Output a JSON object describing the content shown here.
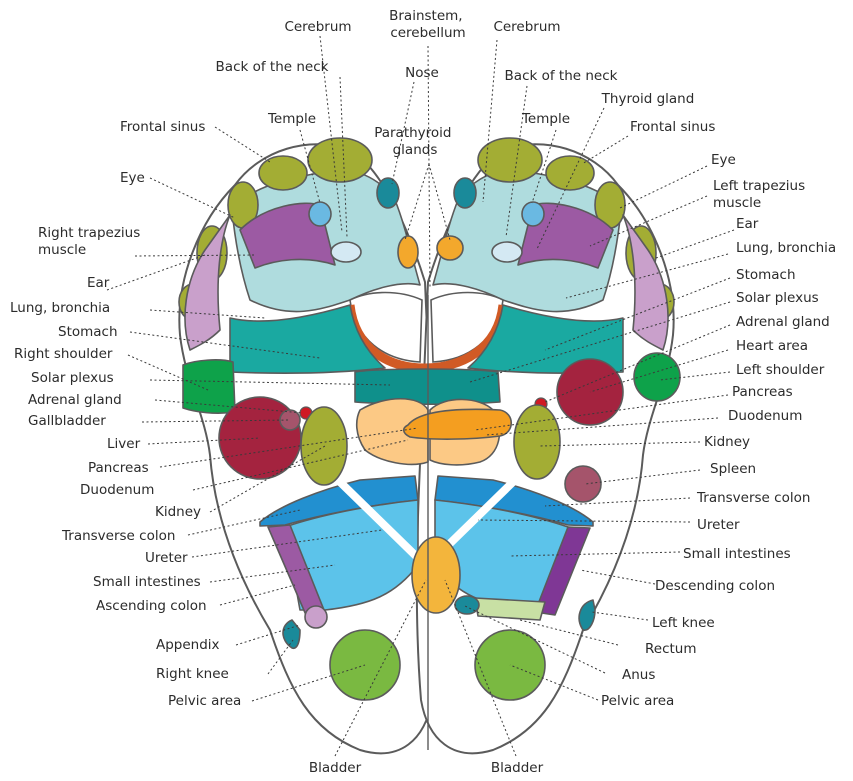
{
  "labels": {
    "cerebrum_left": "Cerebrum",
    "brainstem": "Brainstem,\ncerebellum",
    "cerebrum_right": "Cerebrum",
    "back_neck_left": "Back of the neck",
    "nose": "Nose",
    "back_neck_right": "Back of the neck",
    "thyroid": "Thyroid gland",
    "temple_left": "Temple",
    "parathyroid": "Parathyroid\nglands",
    "temple_right": "Temple",
    "frontal_sinus_left": "Frontal sinus",
    "frontal_sinus_right": "Frontal sinus",
    "eye_left": "Eye",
    "eye_right": "Eye",
    "left_trapezius": "Left trapezius\nmuscle",
    "right_trapezius": "Right trapezius\nmuscle",
    "ear_left": "Ear",
    "ear_right": "Ear",
    "lung_left": "Lung, bronchia",
    "lung_right": "Lung, bronchia",
    "stomach_left": "Stomach",
    "stomach_right": "Stomach",
    "right_shoulder": "Right shoulder",
    "solar_left": "Solar plexus",
    "solar_right": "Solar plexus",
    "adrenal_left": "Adrenal gland",
    "adrenal_right": "Adrenal gland",
    "heart": "Heart area",
    "left_shoulder": "Left shoulder",
    "gallbladder": "Gallbladder",
    "pancreas_right": "Pancreas",
    "liver": "Liver",
    "duodenum_right": "Duodenum",
    "pancreas_left": "Pancreas",
    "kidney_right": "Kidney",
    "duodenum_left": "Duodenum",
    "spleen": "Spleen",
    "kidney_left": "Kidney",
    "transverse_right": "Transverse colon",
    "transverse_left": "Transverse colon",
    "ureter_right": "Ureter",
    "ureter_left": "Ureter",
    "small_int_right": "Small intestines",
    "small_int_left": "Small intestines",
    "descending": "Descending colon",
    "ascending": "Ascending colon",
    "left_knee": "Left knee",
    "appendix": "Appendix",
    "rectum": "Rectum",
    "right_knee": "Right knee",
    "anus": "Anus",
    "pelvic_left": "Pelvic area",
    "pelvic_right": "Pelvic area",
    "bladder_left": "Bladder",
    "bladder_right": "Bladder"
  },
  "colors": {
    "olive": "#a3ad34",
    "head_blue": "#afdcde",
    "light_blue": "#6ab9e2",
    "pale_blue": "#d4e9f3",
    "teal_dark": "#1a8a9a",
    "orange": "#f3a82c",
    "purple": "#9c5aa3",
    "lilac": "#c9a0cb",
    "green": "#0ea24a",
    "teal": "#1aa9a1",
    "teal_deep": "#0f908b",
    "red_brown": "#d15a25",
    "crimson": "#a4233f",
    "peach": "#fcc985",
    "orange_dark": "#f49e20",
    "blue_transverse": "#2290d0",
    "blue_small": "#5cc3ea",
    "violet": "#7f3795",
    "light_green": "#c8e0a4",
    "green_pelvic": "#7ab941",
    "mauve": "#a5546b"
  }
}
